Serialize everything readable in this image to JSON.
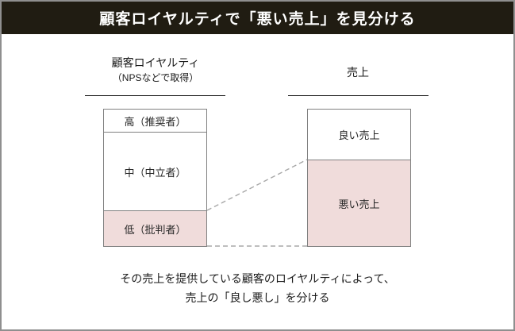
{
  "title_bar": {
    "title": "顧客ロイヤルティで「悪い売上」を見分ける"
  },
  "columns": {
    "loyalty": {
      "header": "顧客ロイヤルティ",
      "subheader": "（NPSなどで取得）",
      "segments": [
        {
          "label": "高（推奨者）",
          "highlighted": false
        },
        {
          "label": "中（中立者）",
          "highlighted": false
        },
        {
          "label": "低（批判者）",
          "highlighted": true
        }
      ]
    },
    "sales": {
      "header": "売上",
      "segments": [
        {
          "label": "良い売上",
          "highlighted": false
        },
        {
          "label": "悪い売上",
          "highlighted": true
        }
      ]
    }
  },
  "footnote": {
    "line1": "その売上を提供している顧客のロイヤルティによって、",
    "line2": "売上の「良し悪し」を分ける"
  },
  "colors": {
    "title_bg": "#201c12",
    "title_text": "#ffffff",
    "highlight_pink": "#f0dcdb",
    "box_border": "#808080",
    "dashed_connector": "#a8a8a8",
    "frame_border": "#8f8f8f"
  }
}
